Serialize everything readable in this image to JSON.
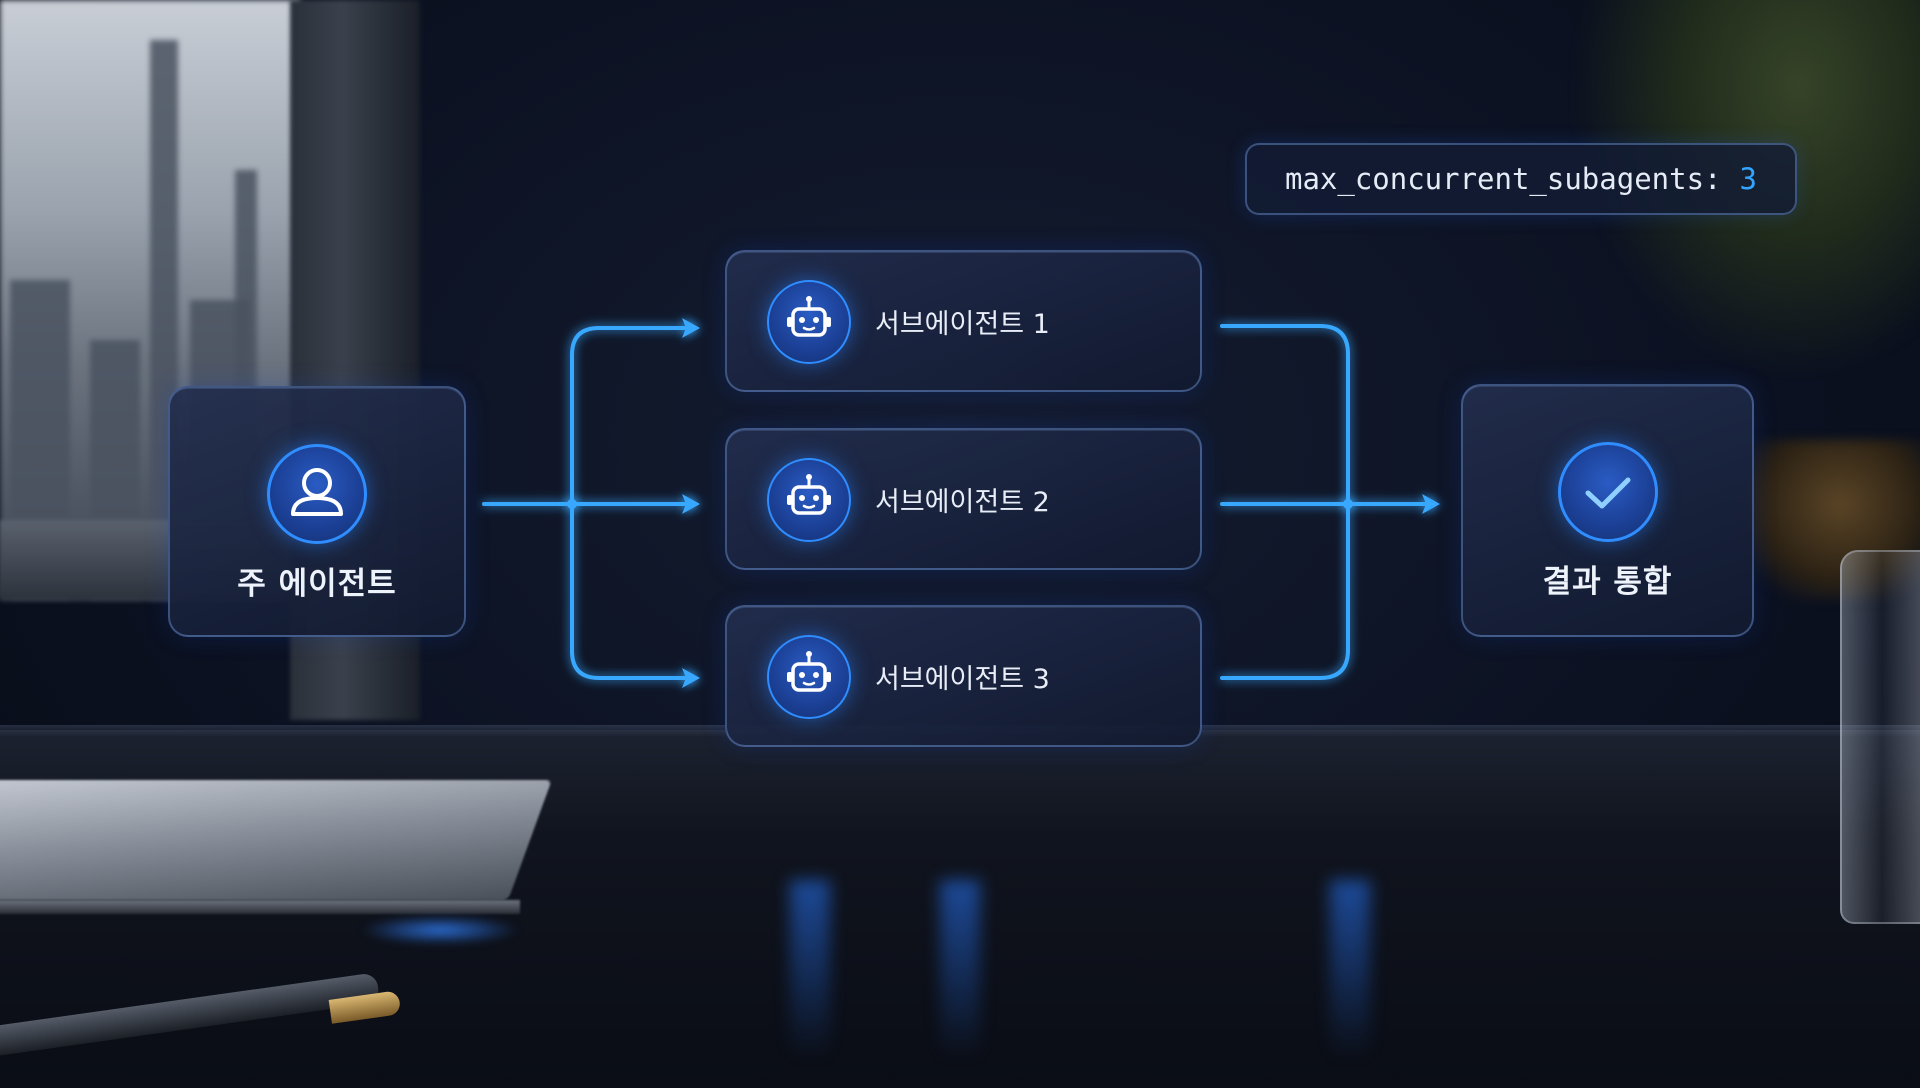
{
  "config": {
    "key": "max_concurrent_subagents:",
    "value": "3"
  },
  "main_agent": {
    "label": "주 에이전트",
    "icon": "user-icon"
  },
  "subagents": [
    {
      "label": "서브에이전트 1",
      "icon": "robot-icon"
    },
    {
      "label": "서브에이전트 2",
      "icon": "robot-icon"
    },
    {
      "label": "서브에이전트 3",
      "icon": "robot-icon"
    }
  ],
  "result": {
    "label": "결과 통합",
    "icon": "check-icon"
  },
  "colors": {
    "accent": "#33a4ff",
    "card": "#1a2440",
    "background": "#0b1120"
  }
}
